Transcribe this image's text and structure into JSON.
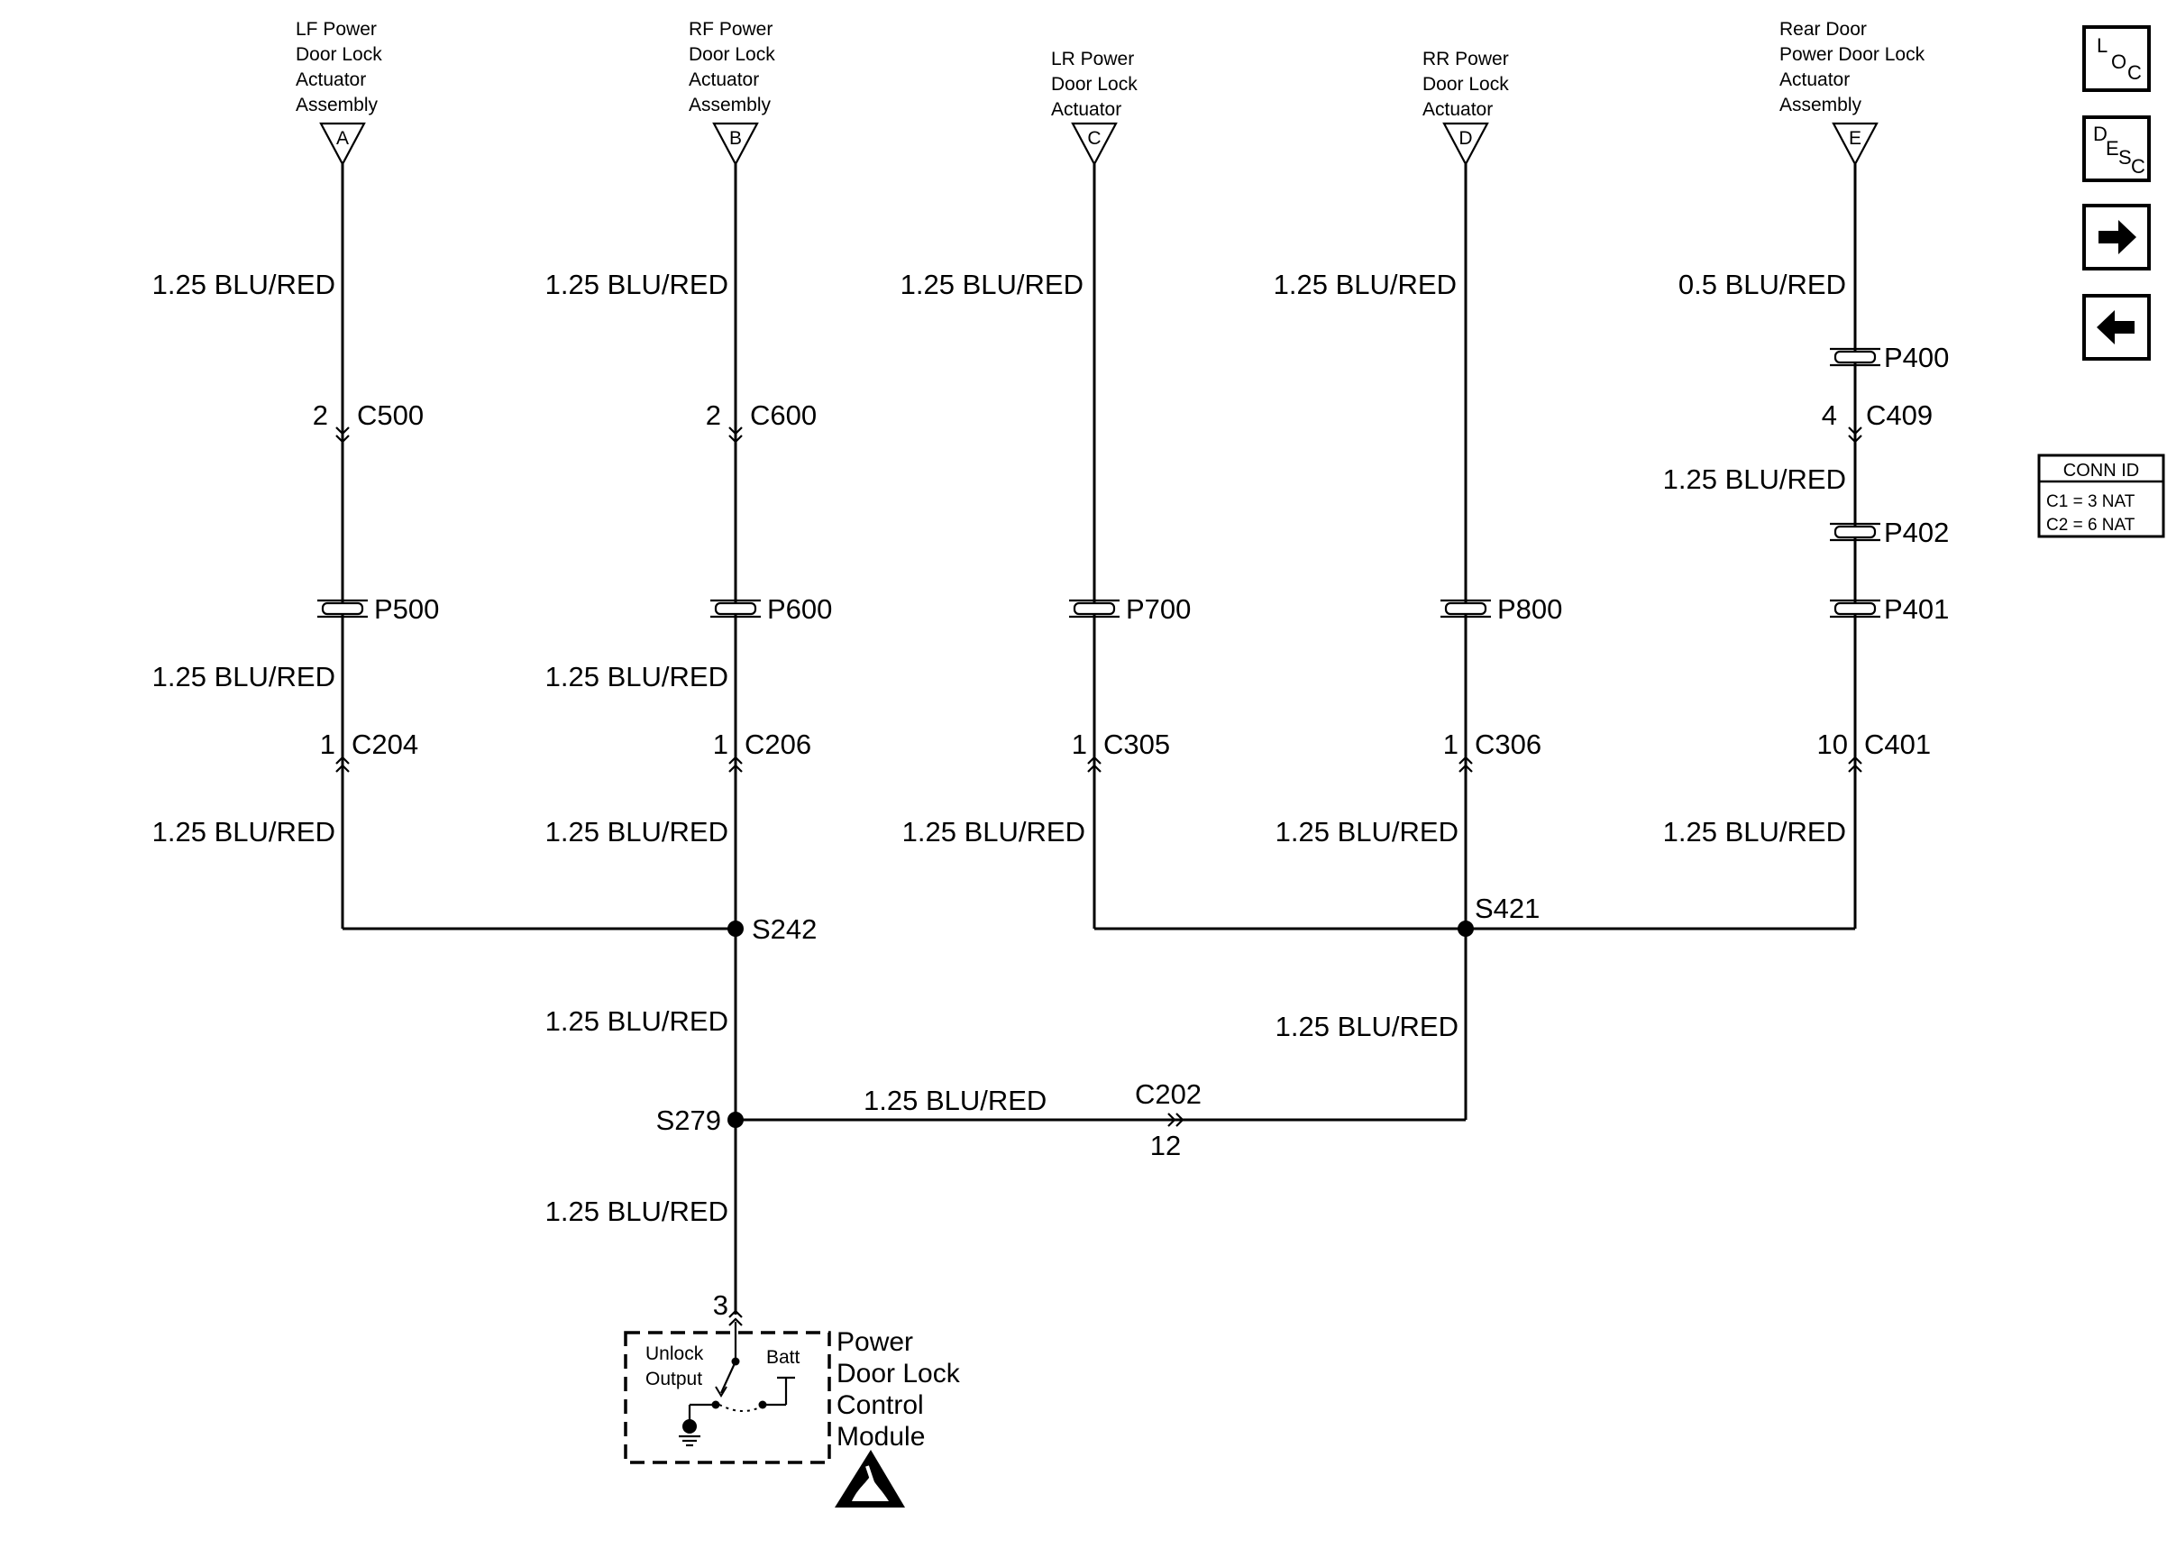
{
  "components": {
    "a": {
      "lines": [
        "LF Power",
        "Door Lock",
        "Actuator",
        "Assembly"
      ],
      "pin": "A"
    },
    "b": {
      "lines": [
        "RF Power",
        "Door Lock",
        "Actuator",
        "Assembly"
      ],
      "pin": "B"
    },
    "c": {
      "lines": [
        "LR Power",
        "Door Lock",
        "Actuator"
      ],
      "pin": "C"
    },
    "d": {
      "lines": [
        "RR Power",
        "Door Lock",
        "Actuator"
      ],
      "pin": "D"
    },
    "e": {
      "lines": [
        "Rear Door",
        "Power Door Lock",
        "Actuator",
        "Assembly"
      ],
      "pin": "E"
    }
  },
  "wires": {
    "a1": "1.25 BLU/RED",
    "a2": "1.25 BLU/RED",
    "a3": "1.25 BLU/RED",
    "b1": "1.25 BLU/RED",
    "b2": "1.25 BLU/RED",
    "b3": "1.25 BLU/RED",
    "c1": "1.25 BLU/RED",
    "c2": "1.25 BLU/RED",
    "d1": "1.25 BLU/RED",
    "d2": "1.25 BLU/RED",
    "e1": "0.5 BLU/RED",
    "e2": "1.25 BLU/RED",
    "e3": "1.25 BLU/RED",
    "s242_down": "1.25 BLU/RED",
    "s421_down": "1.25 BLU/RED",
    "horizontal": "1.25 BLU/RED",
    "to_module": "1.25 BLU/RED"
  },
  "connectors": {
    "c500": {
      "id": "C500",
      "pin": "2"
    },
    "c600": {
      "id": "C600",
      "pin": "2"
    },
    "c409": {
      "id": "C409",
      "pin": "4"
    },
    "c204": {
      "id": "C204",
      "pin": "1"
    },
    "c206": {
      "id": "C206",
      "pin": "1"
    },
    "c305": {
      "id": "C305",
      "pin": "1"
    },
    "c306": {
      "id": "C306",
      "pin": "1"
    },
    "c401": {
      "id": "C401",
      "pin": "10"
    },
    "c202": {
      "id": "C202",
      "pin": "12"
    },
    "module": {
      "pin": "3"
    }
  },
  "passthroughs": {
    "p500": "P500",
    "p600": "P600",
    "p700": "P700",
    "p800": "P800",
    "p400": "P400",
    "p402": "P402",
    "p401": "P401"
  },
  "splices": {
    "s242": "S242",
    "s421": "S421",
    "s279": "S279"
  },
  "module": {
    "name_lines": [
      "Power",
      "Door Lock",
      "Control",
      "Module"
    ],
    "unlock_lines": [
      "Unlock",
      "Output"
    ],
    "batt": "Batt",
    "esd_icon": "esd-warning-icon"
  },
  "sidebar": {
    "loc": {
      "l": "L",
      "o": "O",
      "c": "C",
      "icon": "location-icon"
    },
    "desc": {
      "d": "D",
      "e": "E",
      "s": "S",
      "c": "C",
      "icon": "description-icon"
    },
    "next_icon": "arrow-right-icon",
    "prev_icon": "arrow-left-icon",
    "conn_id": {
      "title": "CONN ID",
      "rows": [
        "C1 = 3 NAT",
        "C2 = 6 NAT"
      ]
    }
  }
}
